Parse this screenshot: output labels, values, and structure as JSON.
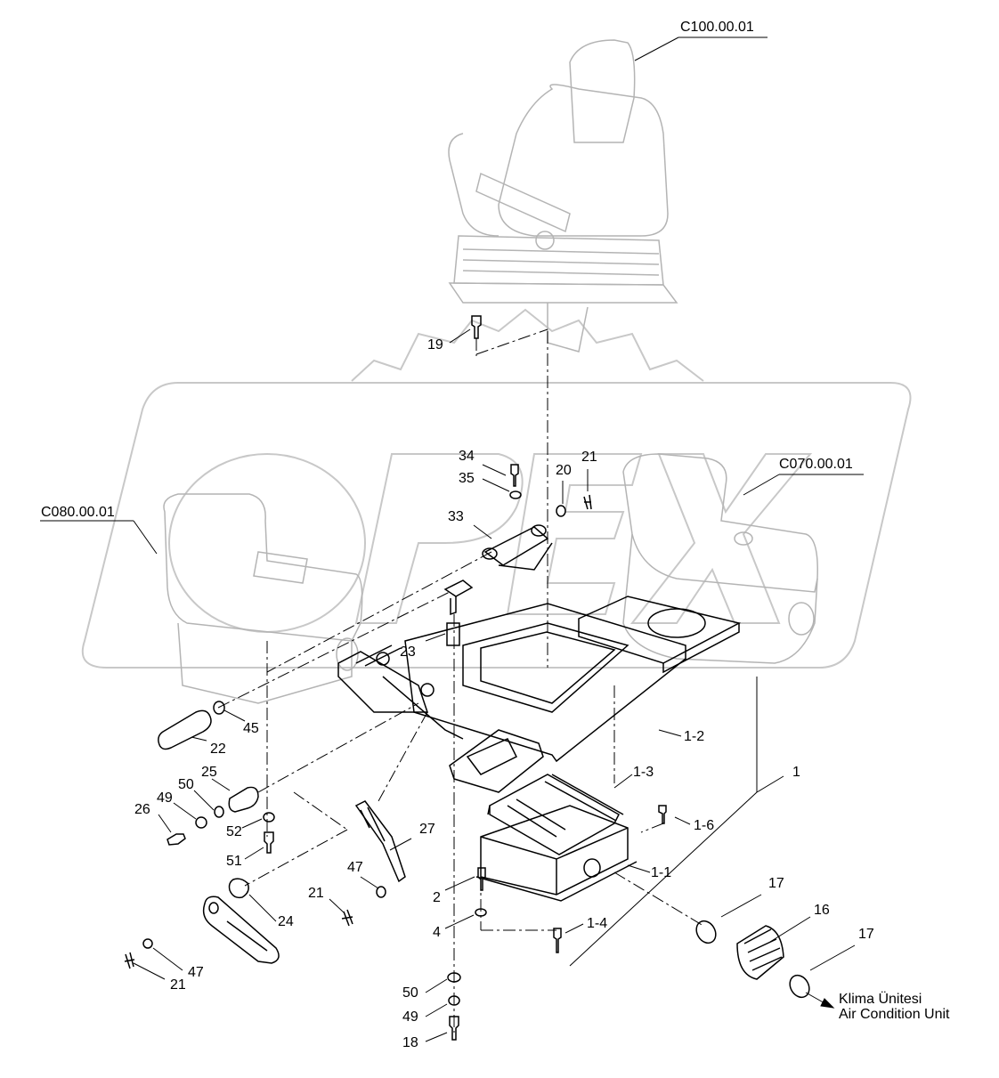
{
  "references": {
    "seat": "C100.00.01",
    "left_console": "C080.00.01",
    "right_console": "C070.00.01"
  },
  "parts": {
    "p19": "19",
    "p34": "34",
    "p35": "35",
    "p20": "20",
    "p21_top": "21",
    "p33": "33",
    "p23": "23",
    "p22": "22",
    "p45": "45",
    "p25": "25",
    "p50_left": "50",
    "p49_left": "49",
    "p26": "26",
    "p52": "52",
    "p51": "51",
    "p27": "27",
    "p47_mid": "47",
    "p21_mid": "21",
    "p24": "24",
    "p47_low": "47",
    "p21_low": "21",
    "p1_2": "1-2",
    "p1_3": "1-3",
    "p1_6": "1-6",
    "p1": "1",
    "p1_1": "1-1",
    "p2": "2",
    "p4": "4",
    "p1_4": "1-4",
    "p17_a": "17",
    "p16": "16",
    "p17_b": "17",
    "p50_bot": "50",
    "p49_bot": "49",
    "p18": "18"
  },
  "destination": {
    "line1": "Klima Ünitesi",
    "line2": "Air Condition Unit"
  },
  "colors": {
    "line": "#000000",
    "ghost": "#b4b4b4",
    "watermark": "#c8c8c8"
  }
}
